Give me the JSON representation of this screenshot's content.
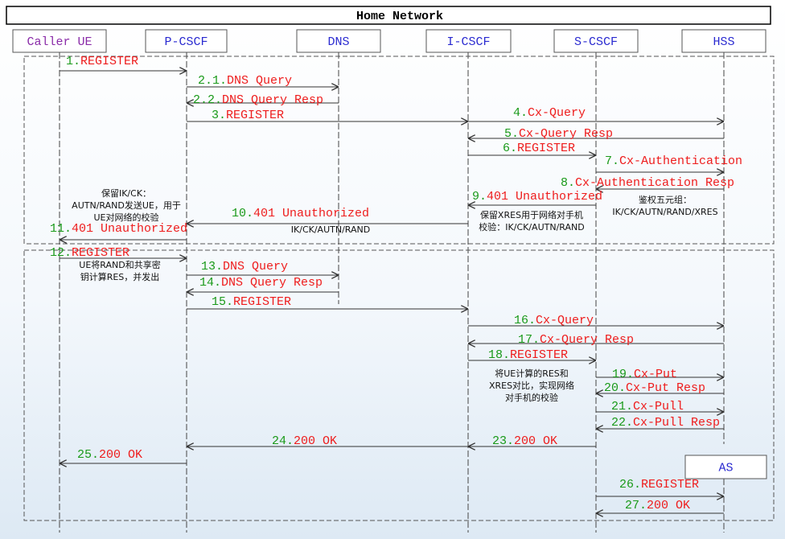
{
  "title": "Home Network",
  "colors": {
    "frame": "#000000",
    "lifeline": "#555555",
    "arrow": "#333333",
    "seq_number": "#1a9a1a",
    "message_text": "#ee1c1c",
    "caller_ue": "#8a2ba8",
    "entity_blue": "#2a2ad0",
    "entity_red": "#d42222",
    "note_text": "#111111"
  },
  "entities": [
    {
      "id": "ue",
      "label": "Caller UE",
      "color": "caller_ue"
    },
    {
      "id": "pcscf",
      "label": "P-CSCF",
      "color": "entity_blue"
    },
    {
      "id": "dns",
      "label": "DNS",
      "color": "entity_blue"
    },
    {
      "id": "icscf",
      "label": "I-CSCF",
      "color": "entity_blue"
    },
    {
      "id": "scscf",
      "label": "S-CSCF",
      "color": "entity_blue"
    },
    {
      "id": "hss",
      "label": "HSS",
      "color": "entity_blue"
    },
    {
      "id": "as",
      "label": "AS",
      "color": "entity_blue"
    }
  ],
  "messages": [
    {
      "num": "1.",
      "text": "REGISTER",
      "from": "ue",
      "to": "pcscf"
    },
    {
      "num": "2.1.",
      "text": "DNS Query",
      "from": "pcscf",
      "to": "dns"
    },
    {
      "num": "2.2.",
      "text": "DNS Query Resp",
      "from": "dns",
      "to": "pcscf"
    },
    {
      "num": "3.",
      "text": "REGISTER",
      "from": "pcscf",
      "to": "icscf"
    },
    {
      "num": "4.",
      "text": "Cx-Query",
      "from": "icscf",
      "to": "hss"
    },
    {
      "num": "5.",
      "text": "Cx-Query Resp",
      "from": "hss",
      "to": "icscf"
    },
    {
      "num": "6.",
      "text": "REGISTER",
      "from": "icscf",
      "to": "scscf"
    },
    {
      "num": "7.",
      "text": "Cx-Authentication",
      "from": "scscf",
      "to": "hss"
    },
    {
      "num": "8.",
      "text": "Cx-Authentication Resp",
      "from": "hss",
      "to": "scscf"
    },
    {
      "num": "9.",
      "text": "401 Unauthorized",
      "from": "scscf",
      "to": "icscf"
    },
    {
      "num": "10.",
      "text": "401 Unauthorized",
      "from": "icscf",
      "to": "pcscf"
    },
    {
      "num": "11.",
      "text": "401 Unauthorized",
      "from": "pcscf",
      "to": "ue"
    },
    {
      "num": "12.",
      "text": "REGISTER",
      "from": "ue",
      "to": "pcscf"
    },
    {
      "num": "13.",
      "text": "DNS Query",
      "from": "pcscf",
      "to": "dns"
    },
    {
      "num": "14.",
      "text": "DNS Query Resp",
      "from": "dns",
      "to": "pcscf"
    },
    {
      "num": "15.",
      "text": "REGISTER",
      "from": "pcscf",
      "to": "icscf"
    },
    {
      "num": "16.",
      "text": "Cx-Query",
      "from": "icscf",
      "to": "hss"
    },
    {
      "num": "17.",
      "text": "Cx-Query Resp",
      "from": "hss",
      "to": "icscf"
    },
    {
      "num": "18.",
      "text": "REGISTER",
      "from": "icscf",
      "to": "scscf"
    },
    {
      "num": "19.",
      "text": "Cx-Put",
      "from": "scscf",
      "to": "hss"
    },
    {
      "num": "20.",
      "text": "Cx-Put Resp",
      "from": "hss",
      "to": "scscf"
    },
    {
      "num": "21.",
      "text": "Cx-Pull",
      "from": "scscf",
      "to": "hss"
    },
    {
      "num": "22.",
      "text": "Cx-Pull Resp",
      "from": "hss",
      "to": "scscf"
    },
    {
      "num": "23.",
      "text": "200 OK",
      "from": "scscf",
      "to": "icscf"
    },
    {
      "num": "24.",
      "text": "200 OK",
      "from": "icscf",
      "to": "pcscf"
    },
    {
      "num": "25.",
      "text": "200 OK",
      "from": "pcscf",
      "to": "ue"
    },
    {
      "num": "26.",
      "text": "REGISTER",
      "from": "scscf",
      "to": "as"
    },
    {
      "num": "27.",
      "text": "200 OK",
      "from": "as",
      "to": "scscf"
    }
  ],
  "notes": [
    {
      "lines": [
        "保留IK/CK：",
        "AUTN/RAND发送UE，用于",
        "UE对网络的校验"
      ]
    },
    {
      "lines": [
        "IK/CK/AUTN/RAND"
      ]
    },
    {
      "lines": [
        "保留XRES用于网络对手机",
        "校验：IK/CK/AUTN/RAND"
      ]
    },
    {
      "lines": [
        "鉴权五元组：",
        "IK/CK/AUTN/RAND/XRES"
      ]
    },
    {
      "lines": [
        "UE将RAND和共享密",
        "钥计算RES，并发出"
      ]
    },
    {
      "lines": [
        "将UE计算的RES和",
        "XRES对比，实现网络",
        "对手机的校验"
      ]
    }
  ]
}
